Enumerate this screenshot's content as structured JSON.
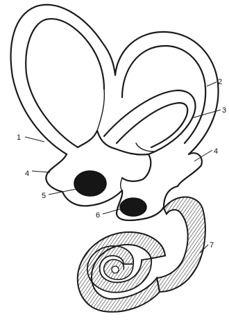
{
  "labels": {
    "l1": "1",
    "l2": "2",
    "l3": "3",
    "l4a": "4",
    "l4b": "4",
    "l5": "5",
    "l6": "6",
    "l7": "7"
  }
}
